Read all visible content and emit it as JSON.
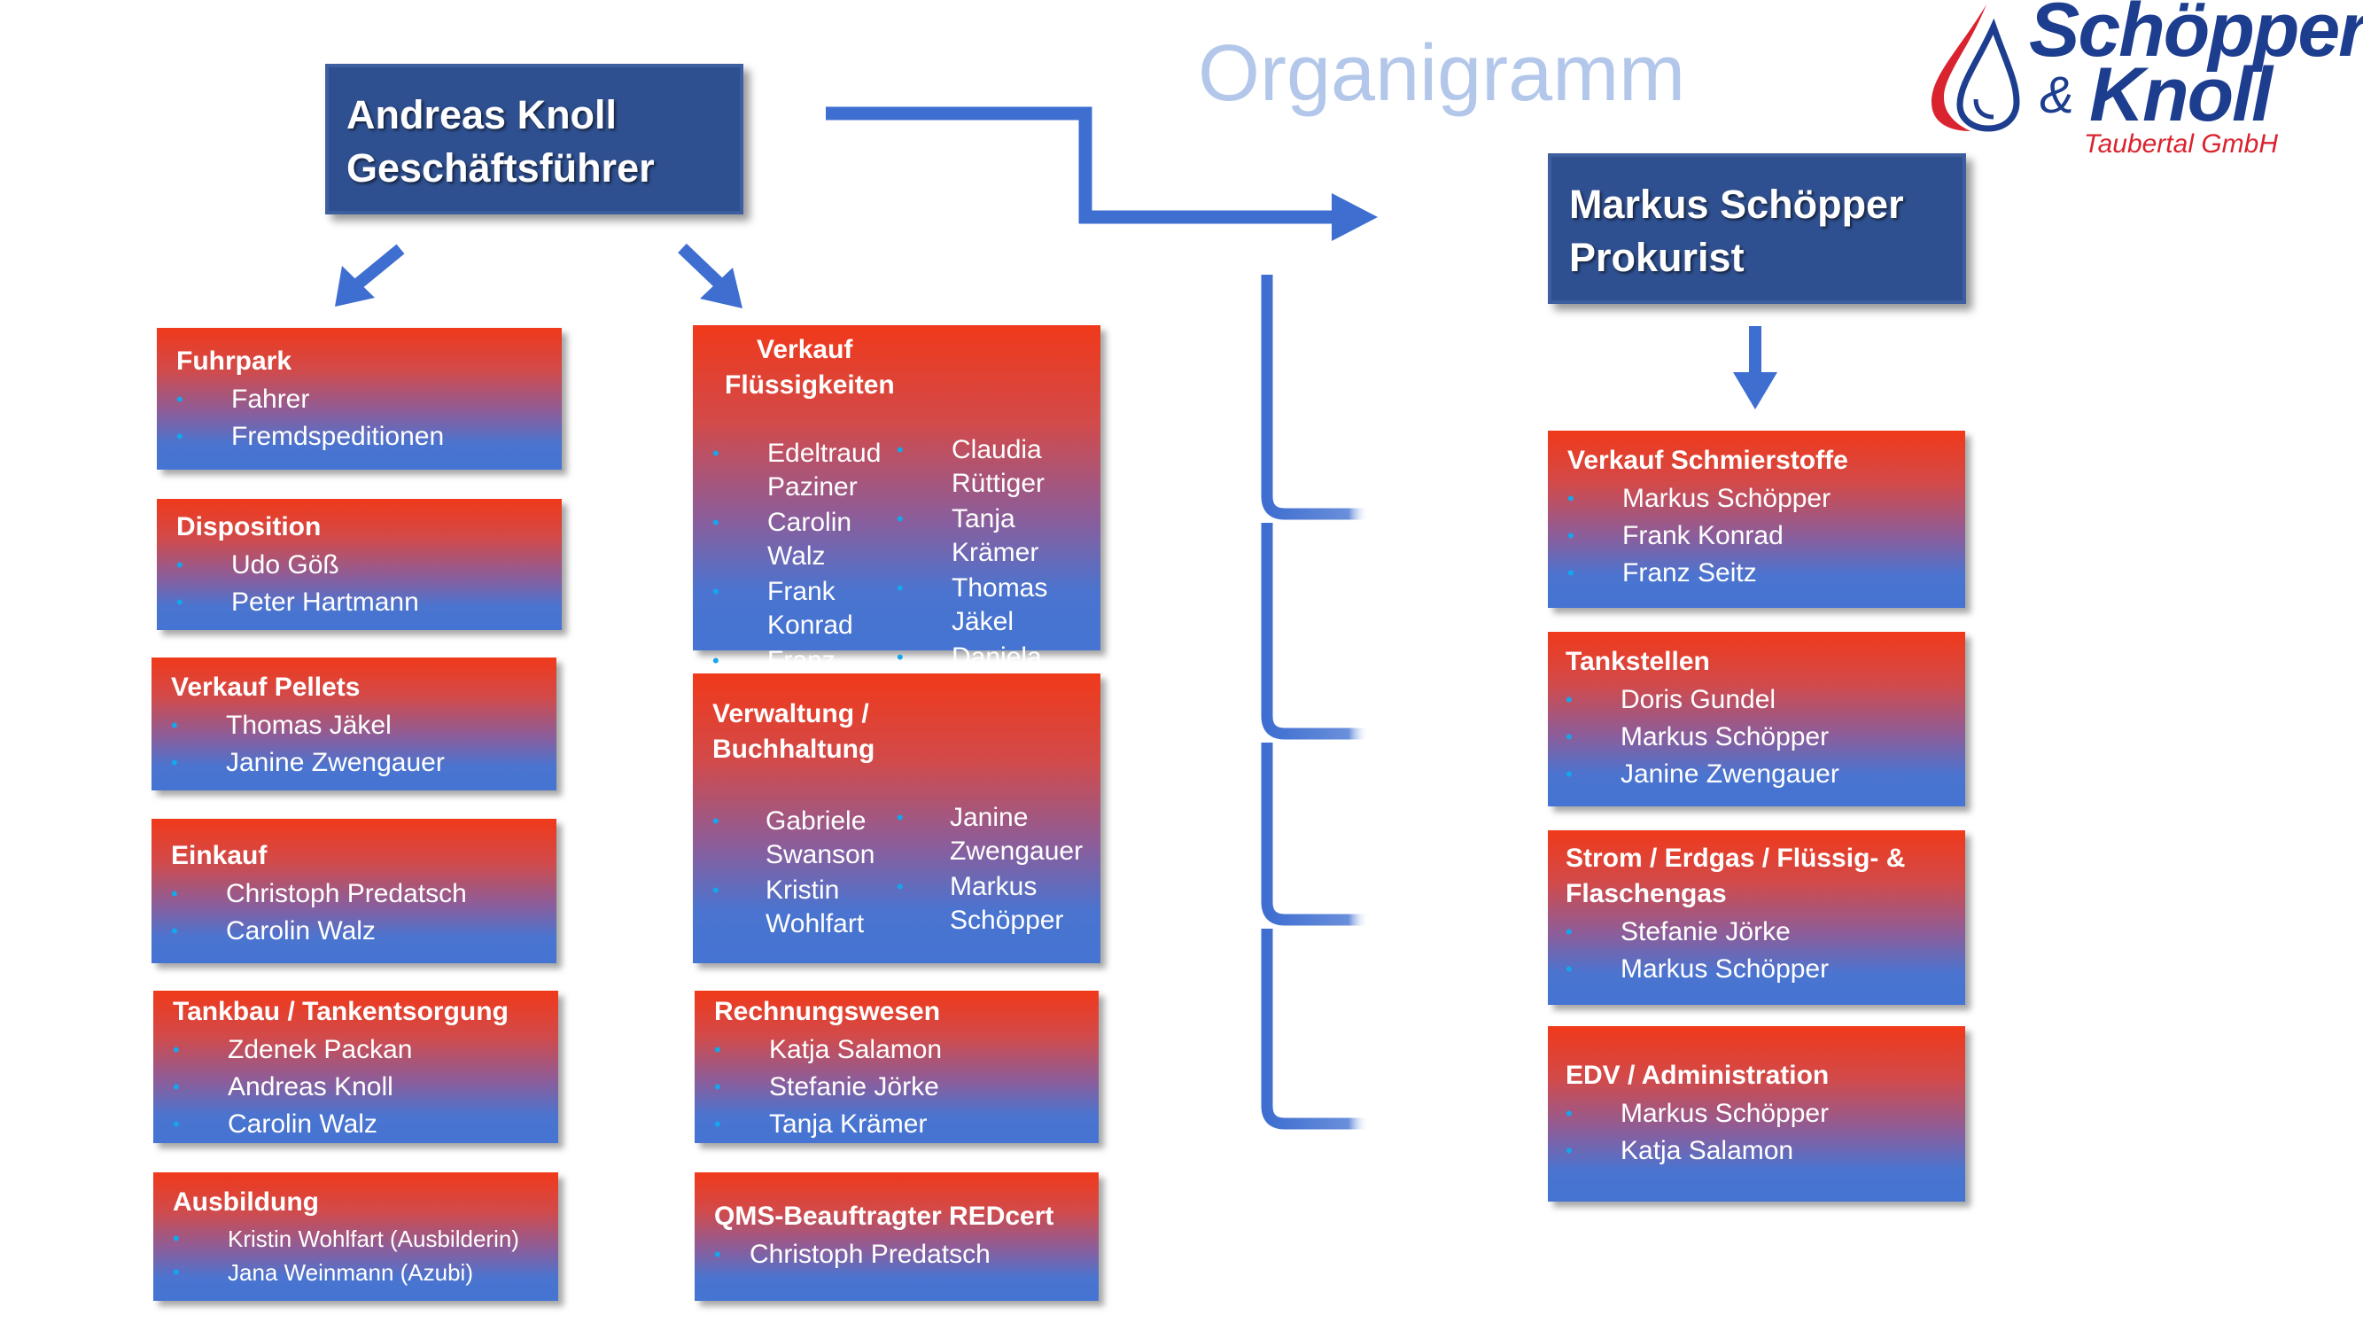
{
  "title": "Organigramm",
  "logo": {
    "line1": "Schöpper",
    "amp": "&",
    "line2": "Knoll",
    "sub": "Taubertal GmbH",
    "icon": "drop-icon"
  },
  "colors": {
    "accent": "#3e6ed0",
    "head_bg": "#2f5090",
    "box_top": "#f0391a",
    "box_bottom": "#4574d2",
    "bullet": "#13a8ee"
  },
  "ceo": {
    "name": "Andreas Knoll",
    "role": "Geschäftsführer"
  },
  "prokurist": {
    "name": "Markus Schöpper",
    "role": "Prokurist"
  },
  "left": [
    {
      "title": "Fuhrpark",
      "items": [
        "Fahrer",
        "Fremdspeditionen"
      ]
    },
    {
      "title": "Disposition",
      "items": [
        "Udo Göß",
        "Peter Hartmann"
      ]
    },
    {
      "title": "Verkauf Pellets",
      "items": [
        "Thomas Jäkel",
        "Janine Zwengauer"
      ]
    },
    {
      "title": "Einkauf",
      "items": [
        "Christoph Predatsch",
        "Carolin Walz"
      ]
    },
    {
      "title": "Tankbau / Tankentsorgung",
      "items": [
        "Zdenek Packan",
        "Andreas Knoll",
        "Carolin Walz"
      ]
    },
    {
      "title": "Ausbildung",
      "items": [
        "Kristin Wohlfart (Ausbilderin)",
        "Jana Weinmann (Azubi)"
      ]
    }
  ],
  "middle": [
    {
      "title_line1": "Verkauf",
      "title_line2": "Flüssigkeiten",
      "col1": [
        "Edeltraud Paziner",
        "Carolin Walz",
        "Frank Konrad",
        "Franz Seitz"
      ],
      "col2": [
        "Claudia Rüttiger",
        "Tanja Krämer",
        "Thomas Jäkel",
        "Daniela Horn"
      ]
    },
    {
      "title_line1": "Verwaltung /",
      "title_line2": "Buchhaltung",
      "col1": [
        "Gabriele Swanson",
        "Kristin Wohlfart"
      ],
      "col2": [
        "Janine Zwengauer",
        "Markus Schöpper"
      ]
    },
    {
      "title": "Rechnungswesen",
      "items": [
        "Katja Salamon",
        "Stefanie Jörke",
        "Tanja Krämer"
      ]
    },
    {
      "title": "QMS-Beauftragter REDcert",
      "items": [
        "Christoph Predatsch"
      ]
    }
  ],
  "right": [
    {
      "title": "Verkauf Schmierstoffe",
      "items": [
        "Markus Schöpper",
        "Frank Konrad",
        "Franz Seitz"
      ]
    },
    {
      "title": "Tankstellen",
      "items": [
        "Doris Gundel",
        "Markus Schöpper",
        "Janine Zwengauer"
      ]
    },
    {
      "title_line1": "Strom / Erdgas / Flüssig- &",
      "title_line2": "Flaschengas",
      "items": [
        "Stefanie Jörke",
        "Markus Schöpper"
      ]
    },
    {
      "title": "EDV / Administration",
      "items": [
        "Markus Schöpper",
        "Katja Salamon"
      ]
    }
  ]
}
